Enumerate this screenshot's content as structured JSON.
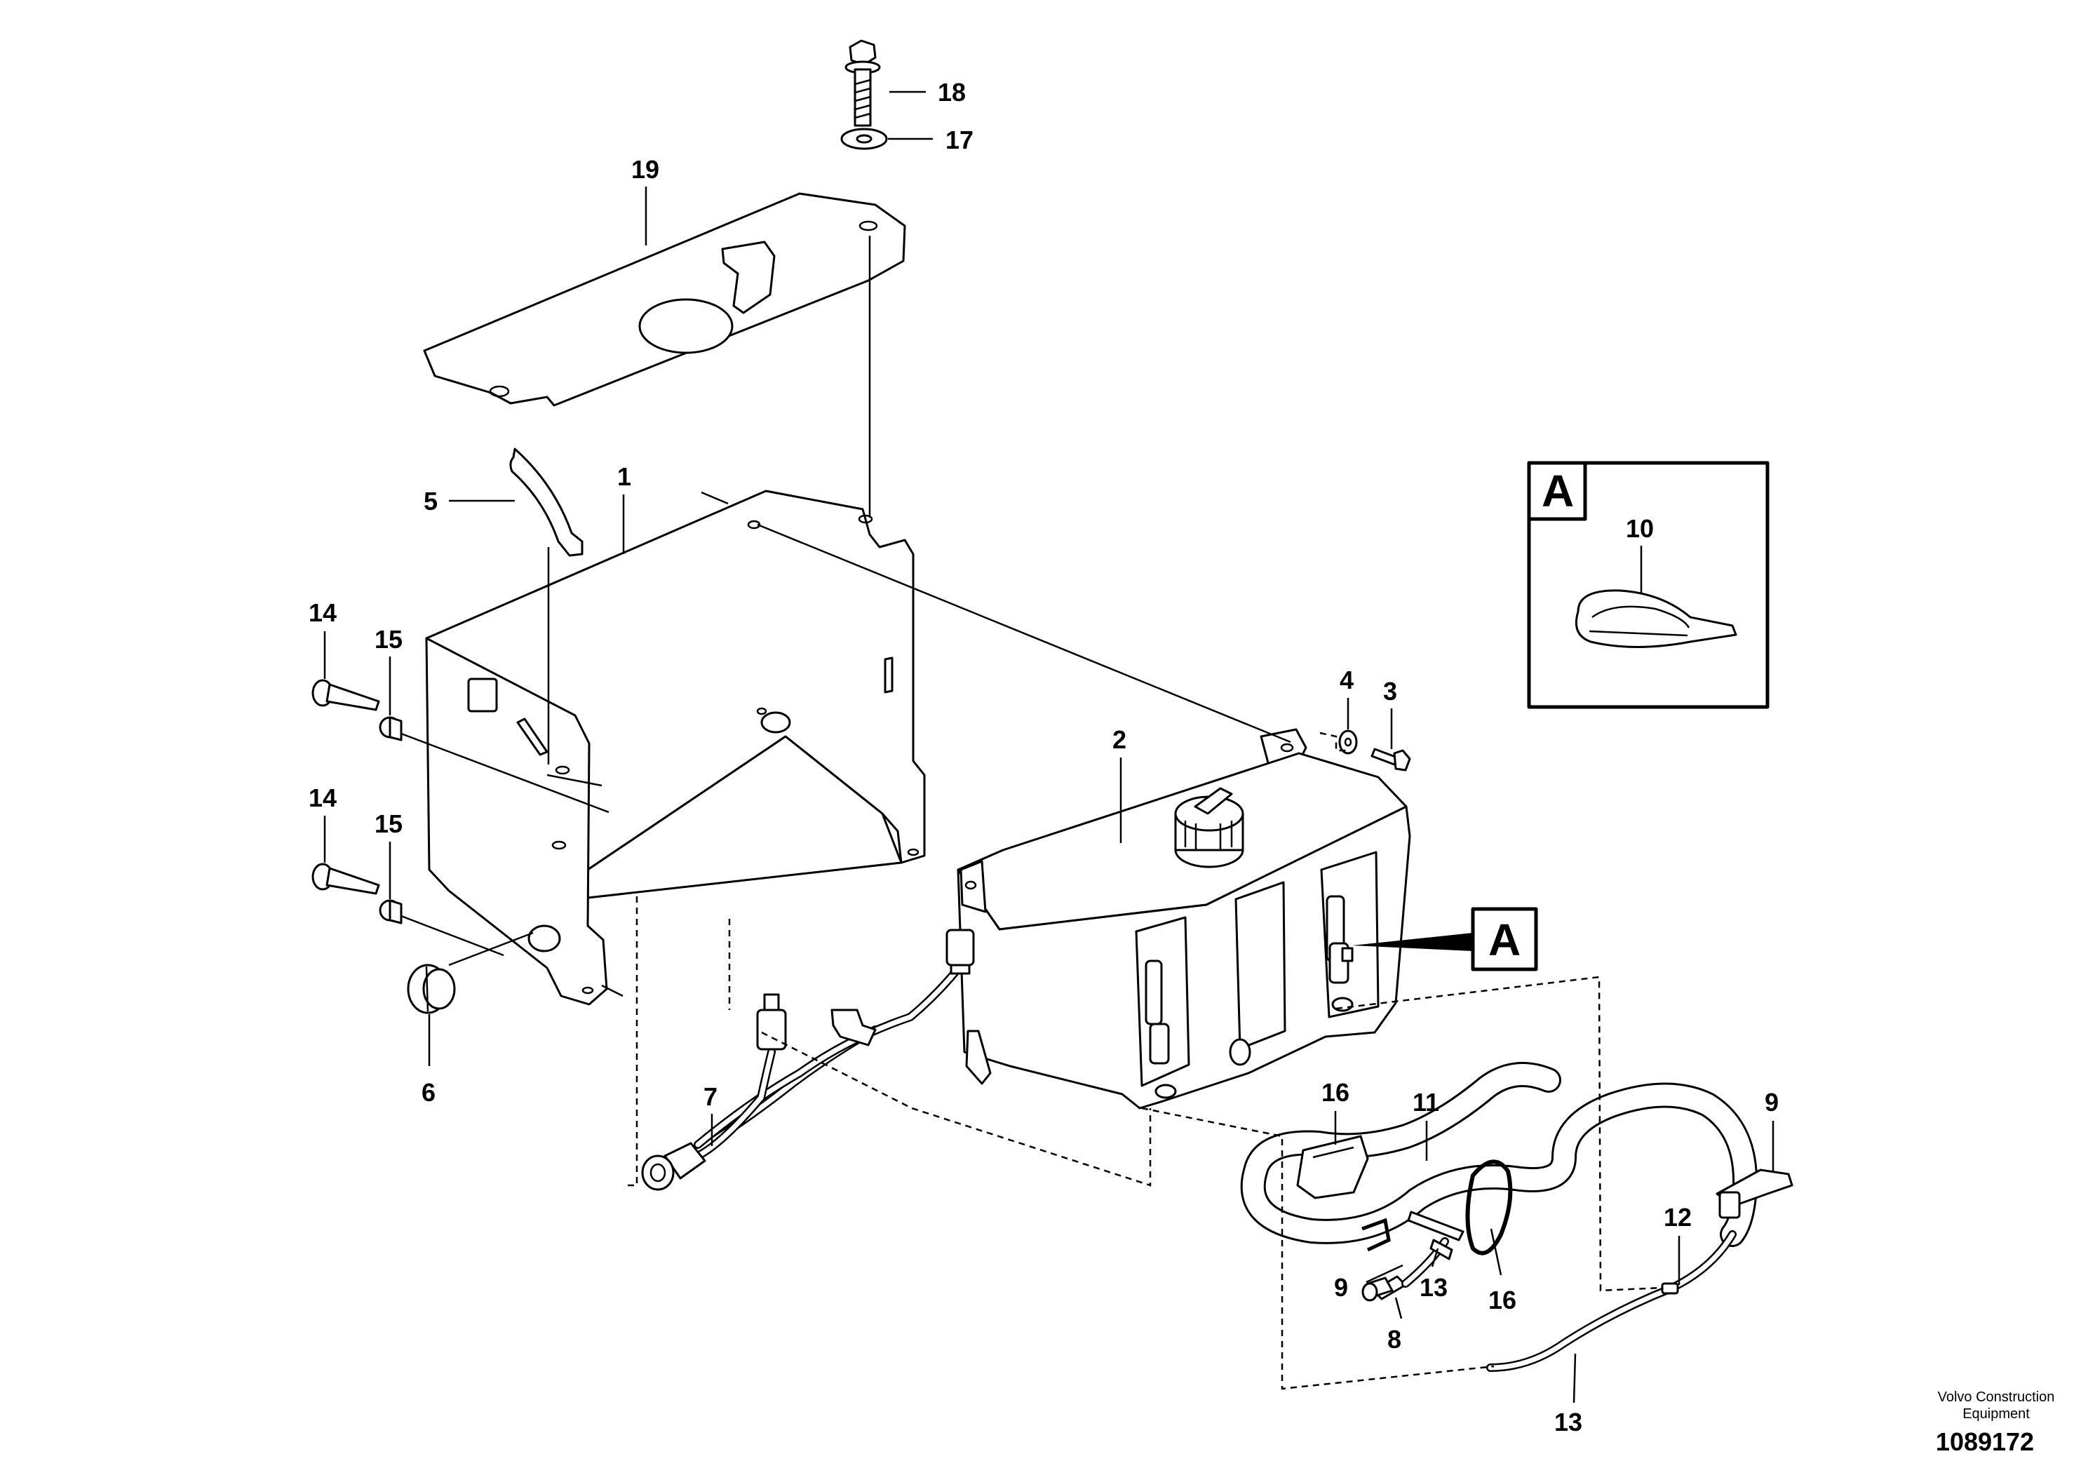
{
  "callouts": {
    "c1": "1",
    "c2": "2",
    "c3": "3",
    "c4": "4",
    "c5": "5",
    "c6": "6",
    "c7": "7",
    "c8": "8",
    "c9a": "9",
    "c9b": "9",
    "c10": "10",
    "c11": "11",
    "c12": "12",
    "c13a": "13",
    "c13b": "13",
    "c14a": "14",
    "c14b": "14",
    "c15a": "15",
    "c15b": "15",
    "c16a": "16",
    "c16b": "16",
    "c17": "17",
    "c18": "18",
    "c19": "19"
  },
  "detail": {
    "inset_label": "A",
    "ref_label": "A"
  },
  "footer": {
    "maker_line1": "Volvo Construction",
    "maker_line2": "Equipment",
    "doc_number": "1089172"
  }
}
